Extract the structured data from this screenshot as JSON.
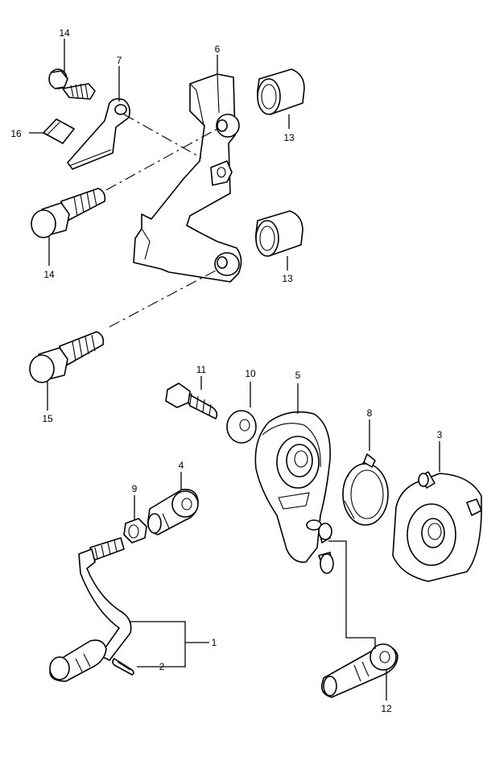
{
  "callouts": [
    {
      "id": "c1",
      "text": "1"
    },
    {
      "id": "c2",
      "text": "2"
    },
    {
      "id": "c3",
      "text": "3"
    },
    {
      "id": "c4",
      "text": "4"
    },
    {
      "id": "c5",
      "text": "5"
    },
    {
      "id": "c6",
      "text": "6"
    },
    {
      "id": "c7",
      "text": "7"
    },
    {
      "id": "c8",
      "text": "8"
    },
    {
      "id": "c9",
      "text": "9"
    },
    {
      "id": "c10",
      "text": "10"
    },
    {
      "id": "c11",
      "text": "11"
    },
    {
      "id": "c12",
      "text": "12"
    },
    {
      "id": "c13a",
      "text": "13"
    },
    {
      "id": "c13b",
      "text": "13"
    },
    {
      "id": "c14a",
      "text": "14"
    },
    {
      "id": "c14b",
      "text": "14"
    },
    {
      "id": "c15",
      "text": "15"
    },
    {
      "id": "c16",
      "text": "16"
    }
  ]
}
